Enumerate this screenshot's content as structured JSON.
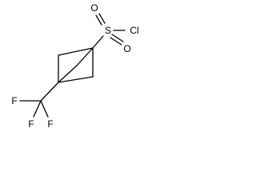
{
  "molecule": {
    "atoms": {
      "sulfur": "S",
      "chlorine": "Cl",
      "oxygen_top": "O",
      "oxygen_bottom": "O",
      "fluorine_left": "F",
      "fluorine_bottom_left": "F",
      "fluorine_bottom_right": "F"
    }
  }
}
